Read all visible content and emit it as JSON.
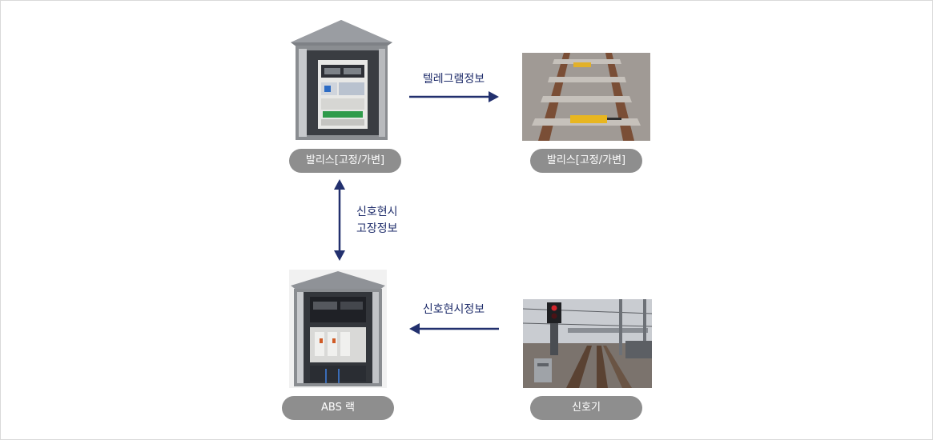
{
  "colors": {
    "arrow": "#22306e",
    "pill_bg": "#8e8e8e",
    "pill_text": "#ffffff",
    "label_text": "#1f2d6b"
  },
  "nodes": {
    "balise_cabinet": {
      "label": "발리스[고정/가변]",
      "icon": "balise-cabinet-photo"
    },
    "balise_track": {
      "label": "발리스[고정/가변]",
      "icon": "track-balise-photo"
    },
    "abs_rack": {
      "label": "ABS 랙",
      "icon": "abs-rack-photo"
    },
    "signal": {
      "label": "신호기",
      "icon": "railway-signal-photo"
    }
  },
  "edges": {
    "telegram": {
      "label": "텔레그램정보"
    },
    "signal_fault": {
      "line1": "신호현시",
      "line2": "고장정보"
    },
    "signal_display": {
      "label": "신호현시정보"
    }
  }
}
